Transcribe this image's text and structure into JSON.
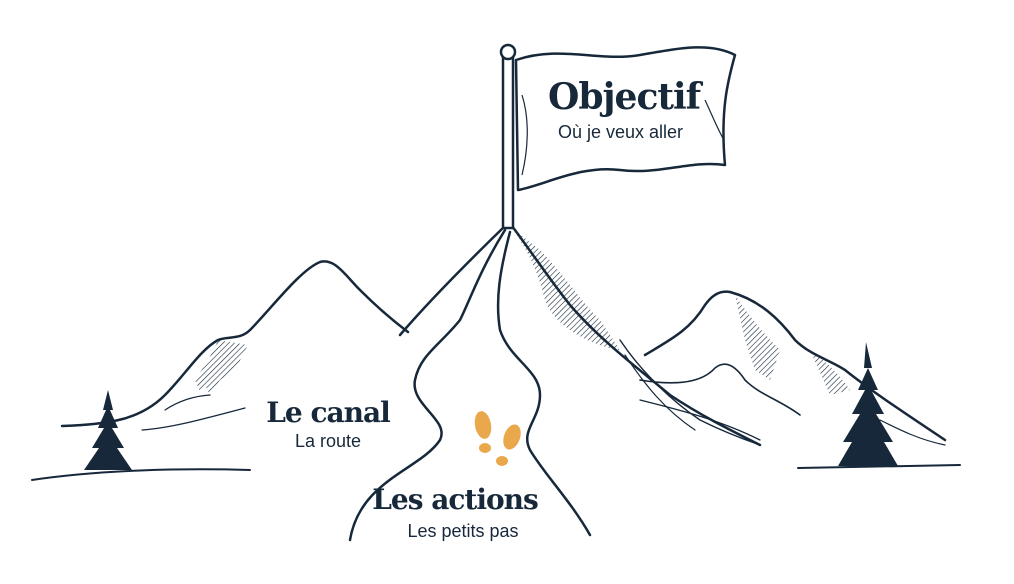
{
  "diagram": {
    "ink_color": "#16283a",
    "accent_color": "#e9a84c",
    "goal": {
      "title": "Objectif",
      "subtitle": "Où je veux aller"
    },
    "channel": {
      "title": "Le canal",
      "subtitle": "La route"
    },
    "actions": {
      "title": "Les actions",
      "subtitle": "Les petits pas"
    },
    "icons": [
      "flag-icon",
      "mountain-icon",
      "pine-tree-icon",
      "footprints-icon",
      "path-icon"
    ]
  }
}
